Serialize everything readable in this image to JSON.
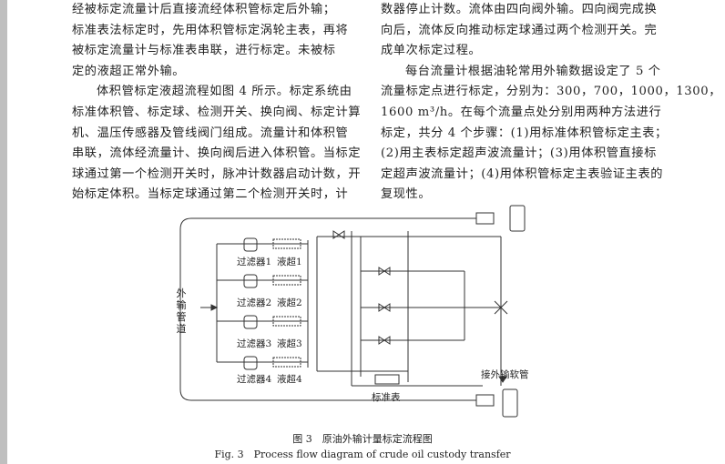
{
  "left_column": {
    "lines": [
      "经被标定流量计后直接流经体积管标定后外输；",
      "标准表法标定时，先用体积管标定涡轮主表，再将",
      "被标定流量计与标准表串联，进行标定。未被标",
      "定的液超正常外输。"
    ],
    "paragraph2": [
      "体积管标定液超流程如图 4 所示。标定系统由",
      "标准体积管、标定球、检测开关、换向阀、标定计算",
      "机、温压传感器及管线阀门组成。流量计和体积管",
      "串联，流体经流量计、换向阀后进入体积管。当标定",
      "球通过第一个检测开关时，脉冲计数器启动计数，开",
      "始标定体积。当标定球通过第二个检测开关时，计"
    ]
  },
  "right_column": {
    "lines": [
      "数器停止计数。流体由四向阀外输。四向阀完成换",
      "向后，流体反向推动标定球通过两个检测开关。完",
      "成单次标定过程。"
    ],
    "paragraph2": [
      "每台流量计根据油轮常用外输数据设定了 5 个",
      "流量标定点进行标定，分别为：300，700，1000，1300，",
      "1600 m³/h。在每个流量点处分别用两种方法进行",
      "标定，共分 4 个步骤：(1)用标准体积管标定主表；",
      "(2)用主表标定超声波流量计；(3)用体积管直接标",
      "定超声波流量计；(4)用体积管标定主表验证主表的",
      "复现性。"
    ]
  },
  "figure": {
    "inlet_label_chars": [
      "外",
      "输",
      "管",
      "道"
    ],
    "filters": [
      "过滤器1",
      "过滤器2",
      "过滤器3",
      "过滤器4"
    ],
    "meters": [
      "液超1",
      "液超2",
      "液超3",
      "液超4"
    ],
    "standard_meter": "标准表",
    "outlet_label": "接外输软管"
  },
  "caption": {
    "zh": "图 3　原油外输计量标定流程图",
    "en": "Fig. 3　Process flow diagram of crude oil custody transfer"
  }
}
